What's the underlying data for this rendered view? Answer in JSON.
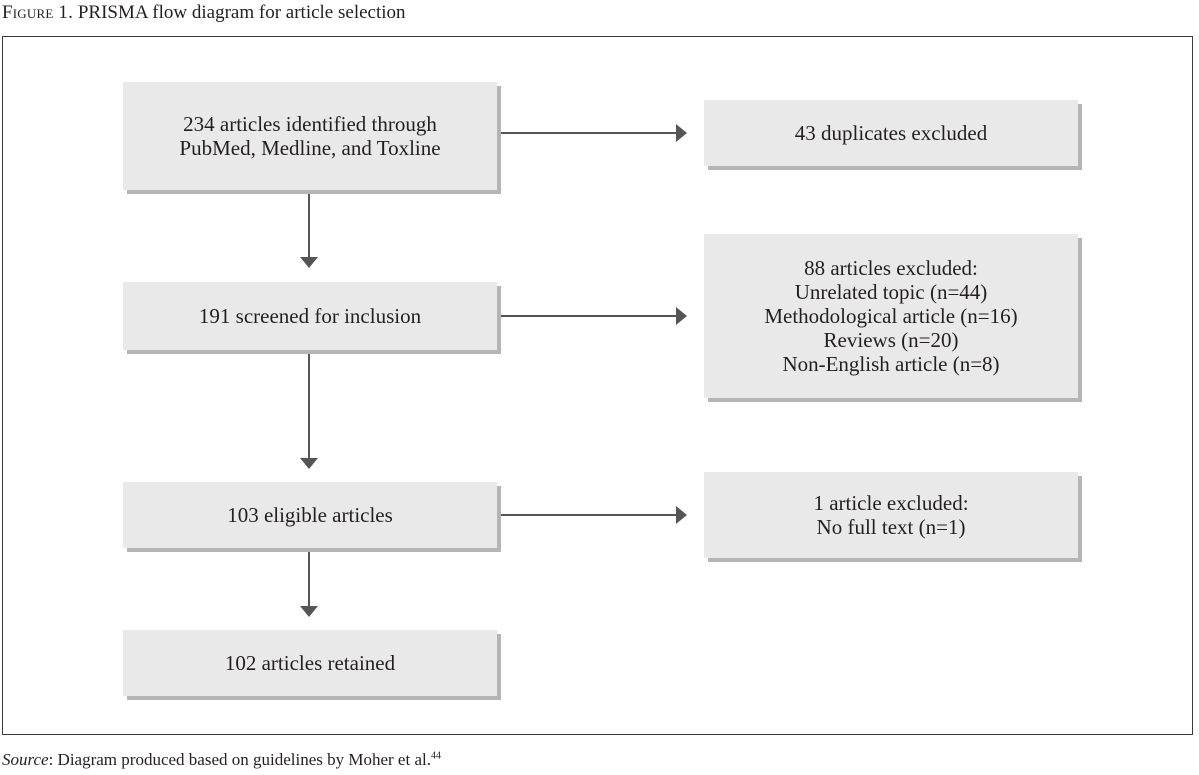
{
  "caption": {
    "label": "Figure 1.",
    "title": "PRISMA flow diagram for article selection"
  },
  "boxes": {
    "identified": {
      "lines": [
        "234 articles identified through",
        "PubMed, Medline, and Toxline"
      ]
    },
    "duplicates": {
      "lines": [
        "43 duplicates excluded"
      ]
    },
    "screened": {
      "lines": [
        "191 screened for inclusion"
      ]
    },
    "excluded_screen": {
      "lines": [
        "88 articles excluded:",
        "Unrelated topic (n=44)",
        "Methodological article (n=16)",
        "Reviews (n=20)",
        "Non-English article (n=8)"
      ]
    },
    "eligible": {
      "lines": [
        "103 eligible articles"
      ]
    },
    "excluded_eligible": {
      "lines": [
        "1 article excluded:",
        "No full text (n=1)"
      ]
    },
    "retained": {
      "lines": [
        "102 articles retained"
      ]
    }
  },
  "source": {
    "label": "Source",
    "text": ": Diagram produced based on guidelines by Moher et al.",
    "ref": "44"
  },
  "colors": {
    "box_fill": "#e9e9e9",
    "box_shadow": "#b5b5b5",
    "arrow": "#555555",
    "frame": "#3a3a3a"
  }
}
